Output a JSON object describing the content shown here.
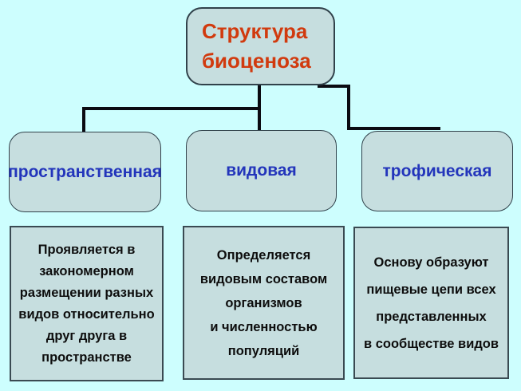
{
  "diagram": {
    "root": {
      "label": "Структура\nбиоценоза"
    },
    "branches": [
      {
        "label": "пространственная",
        "description": "Проявляется в\nзакономерном\nразмещении разных\nвидов относительно\nдруг друга в\nпространстве"
      },
      {
        "label": "видовая",
        "description": "Определяется\nвидовым составом\nорганизмов\nи численностью\nпопуляций"
      },
      {
        "label": "трофическая",
        "description": "Основу образуют\nпищевые цепи всех\nпредставленных\nв сообществе видов"
      }
    ],
    "colors": {
      "background": "#cdfefe",
      "node_fill": "#c6dedf",
      "root_text": "#d13a0e",
      "branch_text": "#2335bb",
      "description_text": "#0d0d0d",
      "connector": "#0b0b12",
      "border": "#31424b"
    }
  }
}
